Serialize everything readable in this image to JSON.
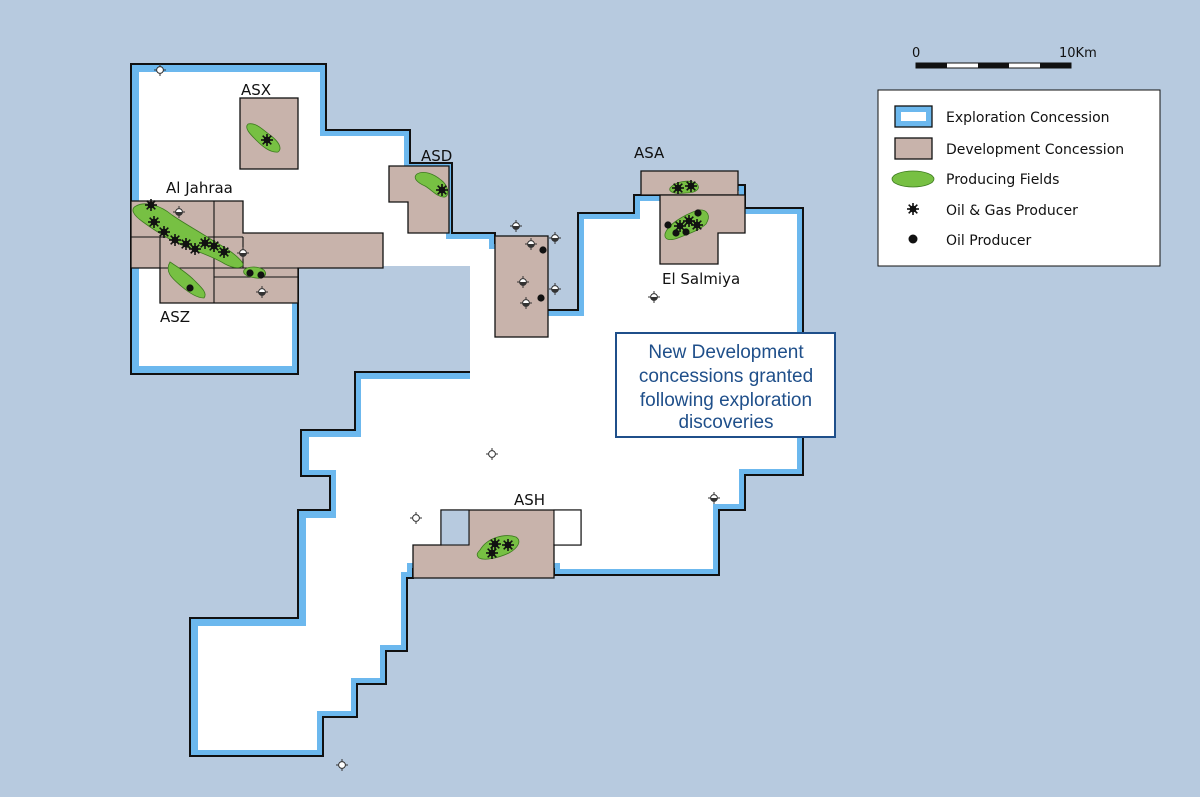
{
  "colors": {
    "sea": "#b7cadf",
    "land": "#ffffff",
    "exploration_fill": "#6cb8ee",
    "development_fill": "#c8b3ab",
    "producing_fill": "#77c043",
    "border": "#111111",
    "callout": "#1f4f8a"
  },
  "scale_bar": {
    "start_label": "0",
    "end_label": "10Km"
  },
  "legend": {
    "items": [
      {
        "icon": "exploration-concession-swatch",
        "label": "Exploration Concession"
      },
      {
        "icon": "development-concession-swatch",
        "label": "Development Concession"
      },
      {
        "icon": "producing-field-swatch",
        "label": "Producing Fields"
      },
      {
        "icon": "oil-gas-producer-icon",
        "label": "Oil & Gas Producer"
      },
      {
        "icon": "oil-producer-icon",
        "label": "Oil Producer"
      }
    ]
  },
  "labels": {
    "asx": "ASX",
    "asd": "ASD",
    "asa": "ASA",
    "al_jahraa": "Al Jahraa",
    "asz": "ASZ",
    "el_salmiya": "El Salmiya",
    "ash": "ASH"
  },
  "callout": {
    "lines": [
      "New Development",
      "concessions granted",
      "following exploration",
      "discoveries"
    ]
  }
}
